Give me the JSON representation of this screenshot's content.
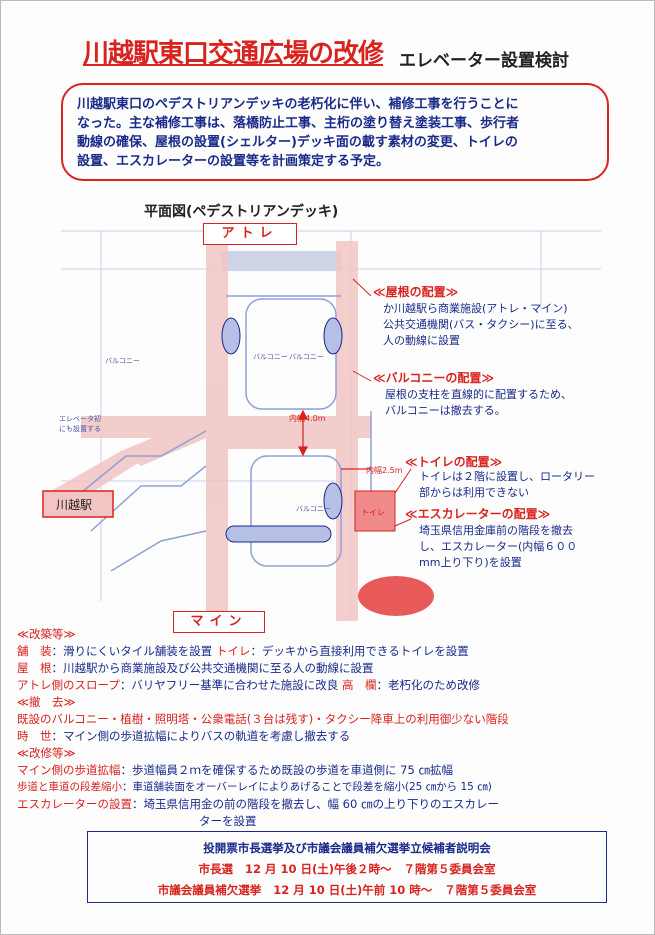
{
  "header": {
    "title": "川越駅東口交通広場の改修",
    "subtitle": "エレベーター設置検討"
  },
  "intro": {
    "lines": [
      "川越駅東口のペデストリアンデッキの老朽化に伴い、補修工事を行うことに",
      "なった。主な補修工事は、落橋防止工事、主桁の塗り替え塗装工事、歩行者",
      "動線の確保、屋根の設置(シェルター)デッキ面の載す素材の変更、トイレの",
      "設置、エスカレーターの設置等を計画策定する予定。"
    ]
  },
  "map": {
    "title": "平面図(ペデストリアンデッキ)",
    "top_label": "アトレ",
    "bottom_label": "マイン",
    "station_label": "川越駅",
    "labels": {
      "balcony_left": "バルコニー",
      "balcony_mid1": "バルコニー",
      "balcony_mid2": "バルコニー",
      "balcony_low": "バルコニー",
      "elevator": [
        "エレベータ初",
        "にも設置する"
      ],
      "width1": "内幅4.0m",
      "width2": "内幅2.5m",
      "toilet": "トイレ"
    }
  },
  "notes": {
    "roof": {
      "heading": "≪屋根の配置≫",
      "lines": [
        "か川越駅ら商業施設(アトレ・マイン)",
        "公共交通機関(バス・タクシー)に至る、",
        "人の動線に設置"
      ]
    },
    "balcony": {
      "heading": "≪バルコニーの配置≫",
      "lines": [
        "屋根の支柱を直線的に配置するため、",
        "バルコニーは撤去する。"
      ]
    },
    "toilet": {
      "heading": "≪トイレの配置≫",
      "lines": [
        "トイレは２階に設置し、ロータリー",
        "部からは利用できない"
      ]
    },
    "escalator": {
      "heading": "≪エスカレーターの配置≫",
      "lines": [
        "埼玉県信用金庫前の階段を撤去",
        "し、エスカレーター(内幅６００",
        "mm上り下り)を設置"
      ]
    }
  },
  "changes": {
    "kaichiku_heading": "≪改築等≫",
    "l1a_label": "舗　装",
    "l1a_text": "：滑りにくいタイル舗装を設置",
    "l1b_label": "トイレ",
    "l1b_text": "：デッキから直接利用できるトイレを設置",
    "l2_label": "屋　根",
    "l2_text": "：川越駅から商業施設及び公共交通機関に至る人の動線に設置",
    "l3a_label": "アトレ側のスロープ",
    "l3a_text": "：バリヤフリー基準に合わせた施設に改良",
    "l3b_label": "高　欄",
    "l3b_text": "：老朽化のため改修",
    "tekkyo_heading": "≪撤　去≫",
    "l5": "既設のバルコニー・植樹・照明塔・公衆電話(３台は残す)・タクシー降車上の利用御少ない階段",
    "l6_label": "時　世",
    "l6_text": "：マイン側の歩道拡幅によりバスの軌道を考慮し撤去する",
    "kaishu_heading": "≪改修等≫",
    "l8_label": "マイン側の歩道拡幅",
    "l8_text": "：歩道幅員２ｍを確保するため既設の歩道を車道側に 75 ㎝拡幅",
    "l9_label": "歩道と車道の段差縮小",
    "l9_text": "：車道舗装面をオーバーレイによりあげることで段差を縮小(25 ㎝から 15 ㎝)",
    "l10_label": "エスカレーターの設置",
    "l10_text": "：埼玉県信用金の前の階段を撤去し、幅 60 ㎝の上り下りのエスカレー",
    "l11_text": "ターを設置"
  },
  "footer": {
    "heading": "投開票市長選挙及び市議会議員補欠選挙立候補者説明会",
    "row1_name": "市長選",
    "row1_date": "12 月 10 日(土)午後２時～",
    "row1_place": "７階第５委員会室",
    "row2_name": "市議会議員補欠選挙",
    "row2_date": "12 月 10 日(土)午前 10 時～",
    "row2_place": "７階第５委員会室"
  },
  "colors": {
    "red": "#d8231f",
    "navy": "#1a2a8a",
    "pink": "#f2c4c4",
    "blue_line": "#8fa0d8"
  }
}
